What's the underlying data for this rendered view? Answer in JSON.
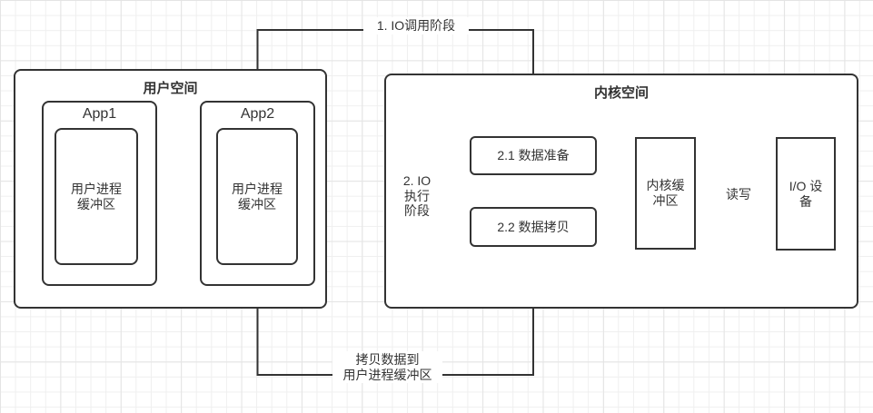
{
  "diagram": {
    "user_space": {
      "title": "用户空间",
      "apps": [
        {
          "label": "App1",
          "buffer": "用户进程\n缓冲区"
        },
        {
          "label": "App2",
          "buffer": "用户进程\n缓冲区"
        }
      ]
    },
    "kernel_space": {
      "title": "内核空间",
      "step1": "2.1 数据准备",
      "step2": "2.2 数据拷贝",
      "kernel_buffer": "内核缓\n冲区",
      "io_device": "I/O 设\n备"
    },
    "labels": {
      "call_phase": "1. IO调用阶段",
      "exec_phase": "2. IO\n执行\n阶段",
      "read_write": "读写",
      "copy_back": "拷贝数据到\n用户进程缓冲区"
    },
    "colors": {
      "stroke": "#333333",
      "background": "#ffffff",
      "grid_minor": "#efefef",
      "grid_major": "#e4e4e4"
    }
  }
}
